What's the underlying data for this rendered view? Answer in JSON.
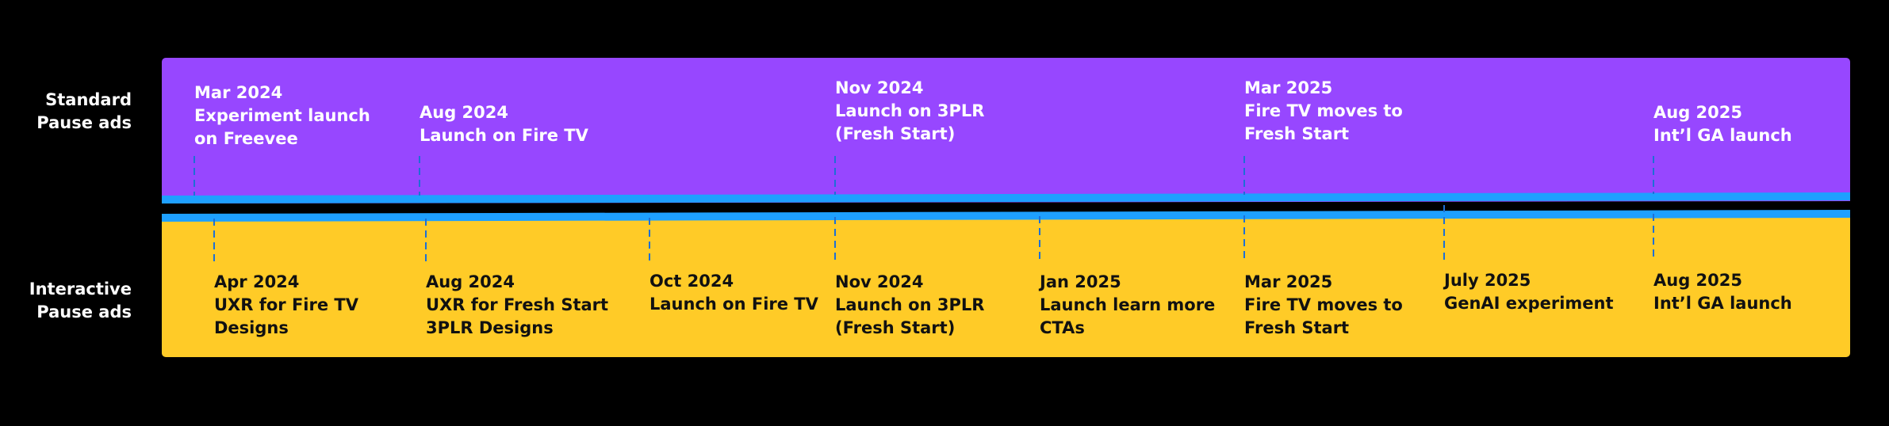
{
  "colors": {
    "background": "#000000",
    "standard_band": "#9747ff",
    "interactive_band": "#ffcb27",
    "timeline_line": "#1ea0ff",
    "connector": "#1d6fd6"
  },
  "rows": {
    "standard": {
      "label_line1": "Standard",
      "label_line2": "Pause ads",
      "milestones": [
        {
          "date": "Mar 2024",
          "lines": [
            "Experiment launch",
            "on Freevee"
          ]
        },
        {
          "date": "Aug 2024",
          "lines": [
            "Launch on Fire TV"
          ]
        },
        {
          "date": "Nov 2024",
          "lines": [
            "Launch on 3PLR",
            "(Fresh Start)"
          ]
        },
        {
          "date": "Mar 2025",
          "lines": [
            "Fire TV moves to",
            "Fresh Start"
          ]
        },
        {
          "date": "Aug 2025",
          "lines": [
            "Int’l GA launch"
          ]
        }
      ]
    },
    "interactive": {
      "label_line1": "Interactive",
      "label_line2": "Pause ads",
      "milestones": [
        {
          "date": "Apr 2024",
          "lines": [
            "UXR for Fire TV",
            "Designs"
          ]
        },
        {
          "date": "Aug 2024",
          "lines": [
            "UXR for Fresh Start",
            "3PLR Designs"
          ]
        },
        {
          "date": "Oct 2024",
          "lines": [
            "Launch on Fire TV"
          ]
        },
        {
          "date": "Nov 2024",
          "lines": [
            "Launch on 3PLR",
            "(Fresh Start)"
          ]
        },
        {
          "date": "Jan 2025",
          "lines": [
            "Launch learn more",
            "CTAs"
          ]
        },
        {
          "date": "Mar 2025",
          "lines": [
            "Fire TV moves to",
            "Fresh Start"
          ]
        },
        {
          "date": "July 2025",
          "lines": [
            "GenAI experiment"
          ]
        },
        {
          "date": "Aug 2025",
          "lines": [
            "Int’l GA launch"
          ]
        }
      ]
    }
  }
}
